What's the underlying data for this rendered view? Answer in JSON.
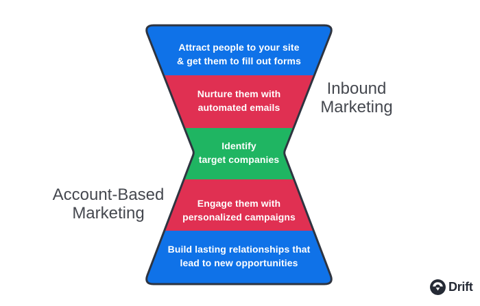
{
  "background_color": "#ffffff",
  "funnel": {
    "outline_color": "#2e3440",
    "text_color": "#ffffff",
    "sections": [
      {
        "name": "attract",
        "color": "#0f72e8",
        "lines": [
          "Attract people to your site",
          "& get them to fill out forms"
        ]
      },
      {
        "name": "nurture",
        "color": "#e03052",
        "lines": [
          "Nurture them with",
          "automated emails"
        ]
      },
      {
        "name": "identify",
        "color": "#1fb562",
        "lines": [
          "Identify",
          "target companies"
        ]
      },
      {
        "name": "engage",
        "color": "#e03052",
        "lines": [
          "Engage them with",
          "personalized campaigns"
        ]
      },
      {
        "name": "build",
        "color": "#0f72e8",
        "lines": [
          "Build lasting relationships that",
          "lead to new opportunities"
        ]
      }
    ]
  },
  "labels": {
    "inbound": {
      "lines": [
        "Inbound",
        "Marketing"
      ],
      "color": "#45484f"
    },
    "account_based": {
      "lines": [
        "Account-Based",
        "Marketing"
      ],
      "color": "#45484f"
    }
  },
  "logo": {
    "wordmark": "Drift",
    "circle_color": "#252a35",
    "text_color": "#252a35"
  }
}
